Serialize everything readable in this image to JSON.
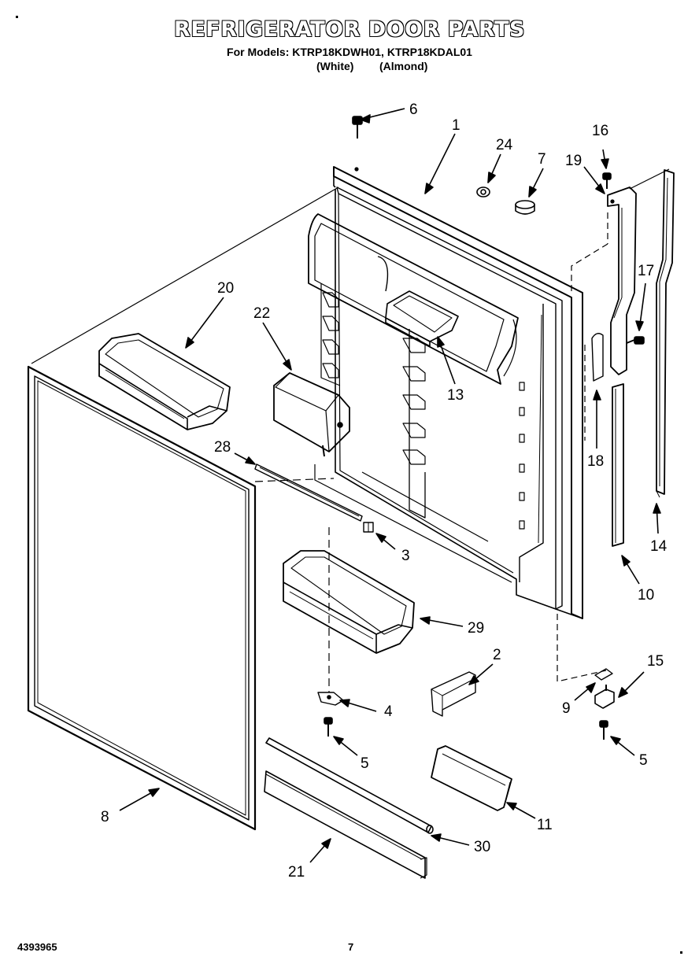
{
  "header": {
    "title": "REFRIGERATOR DOOR PARTS",
    "models": "For Models: KTRP18KDWH01, KTRP18KDAL01",
    "color_white": "(White)",
    "color_almond": "(Almond)"
  },
  "callouts": [
    "6",
    "1",
    "24",
    "7",
    "16",
    "19",
    "17",
    "20",
    "22",
    "13",
    "18",
    "28",
    "3",
    "14",
    "10",
    "29",
    "2",
    "15",
    "4",
    "9",
    "5",
    "5",
    "8",
    "11",
    "30",
    "21"
  ],
  "footer": {
    "doc_number": "4393965",
    "page_number": "7"
  }
}
